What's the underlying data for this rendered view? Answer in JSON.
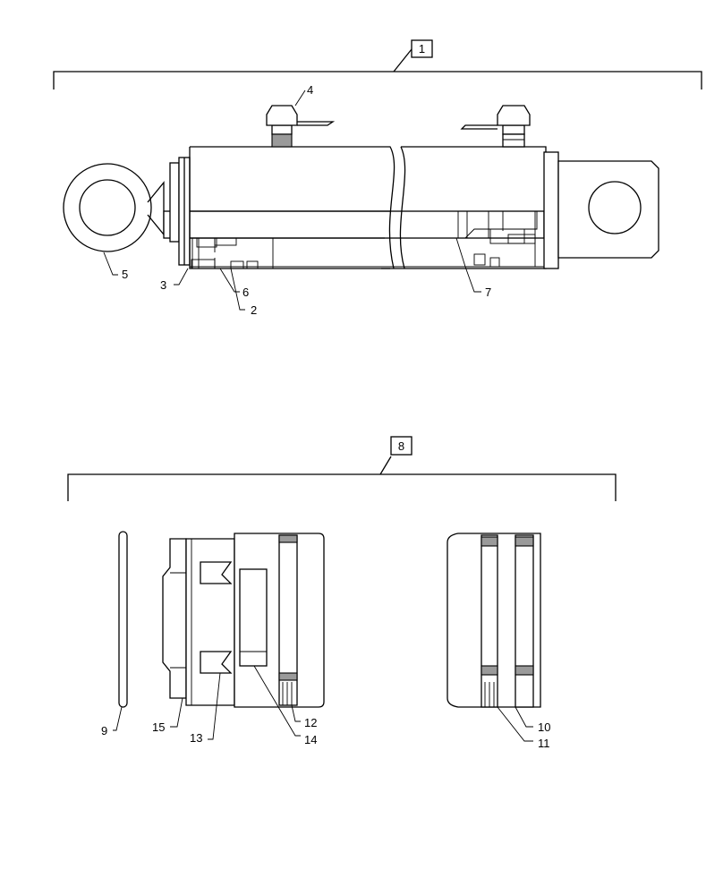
{
  "assembly_labels": [
    "1",
    "8"
  ],
  "part_labels": {
    "p2": "2",
    "p3": "3",
    "p4": "4",
    "p5": "5",
    "p6": "6",
    "p7": "7",
    "p9": "9",
    "p10": "10",
    "p11": "11",
    "p12": "12",
    "p13": "13",
    "p14": "14",
    "p15": "15"
  },
  "colors": {
    "line": "#000000",
    "background": "#ffffff",
    "seal_shade": "#9a9a9a"
  }
}
